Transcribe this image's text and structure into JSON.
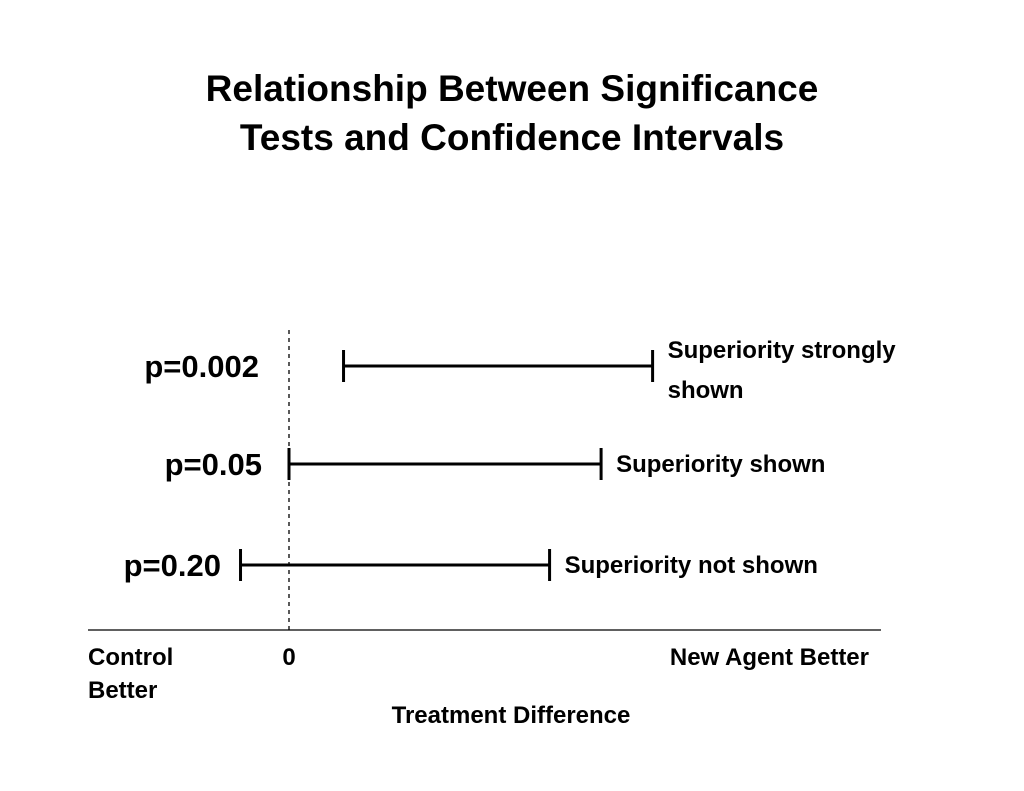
{
  "title": {
    "line1": "Relationship Between Significance",
    "line2": "Tests and Confidence Intervals"
  },
  "axis": {
    "left_label_line1": "Control",
    "left_label_line2": "Better",
    "zero_label": "0",
    "right_label": "New Agent Better",
    "xlabel": "Treatment Difference"
  },
  "chart_data": {
    "type": "interval",
    "zero_reference": "dashed vertical line",
    "intervals": [
      {
        "p_label": "p=0.002",
        "lower": 0.18,
        "upper": 1.2,
        "annotation_line1": "Superiority strongly",
        "annotation_line2": "shown"
      },
      {
        "p_label": "p=0.05",
        "lower": 0.0,
        "upper": 1.03,
        "annotation_line1": "Superiority shown",
        "annotation_line2": ""
      },
      {
        "p_label": "p=0.20",
        "lower": -0.16,
        "upper": 0.86,
        "annotation_line1": "Superiority not shown",
        "annotation_line2": ""
      }
    ]
  }
}
